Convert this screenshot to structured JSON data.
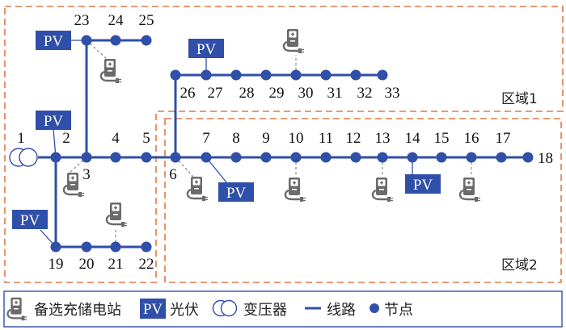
{
  "colors": {
    "line": "#2f4fa8",
    "node": "#2f4fa8",
    "pv_fill": "#2f4fa8",
    "region_border": "#e07a45",
    "station_icon": "#6b6b6b",
    "legend_border": "#2f4fa8"
  },
  "nodes": [
    {
      "id": "1",
      "label": "1"
    },
    {
      "id": "2",
      "label": "2"
    },
    {
      "id": "3",
      "label": "3"
    },
    {
      "id": "4",
      "label": "4"
    },
    {
      "id": "5",
      "label": "5"
    },
    {
      "id": "6",
      "label": "6"
    },
    {
      "id": "7",
      "label": "7"
    },
    {
      "id": "8",
      "label": "8"
    },
    {
      "id": "9",
      "label": "9"
    },
    {
      "id": "10",
      "label": "10"
    },
    {
      "id": "11",
      "label": "11"
    },
    {
      "id": "12",
      "label": "12"
    },
    {
      "id": "13",
      "label": "13"
    },
    {
      "id": "14",
      "label": "14"
    },
    {
      "id": "15",
      "label": "15"
    },
    {
      "id": "16",
      "label": "16"
    },
    {
      "id": "17",
      "label": "17"
    },
    {
      "id": "18",
      "label": "18"
    },
    {
      "id": "19",
      "label": "19"
    },
    {
      "id": "20",
      "label": "20"
    },
    {
      "id": "21",
      "label": "21"
    },
    {
      "id": "22",
      "label": "22"
    },
    {
      "id": "23",
      "label": "23"
    },
    {
      "id": "24",
      "label": "24"
    },
    {
      "id": "25",
      "label": "25"
    },
    {
      "id": "26",
      "label": "26"
    },
    {
      "id": "27",
      "label": "27"
    },
    {
      "id": "28",
      "label": "28"
    },
    {
      "id": "29",
      "label": "29"
    },
    {
      "id": "30",
      "label": "30"
    },
    {
      "id": "31",
      "label": "31"
    },
    {
      "id": "32",
      "label": "32"
    },
    {
      "id": "33",
      "label": "33"
    }
  ],
  "edges": [
    [
      "1",
      "2"
    ],
    [
      "2",
      "3"
    ],
    [
      "3",
      "4"
    ],
    [
      "4",
      "5"
    ],
    [
      "5",
      "6"
    ],
    [
      "6",
      "7"
    ],
    [
      "7",
      "8"
    ],
    [
      "8",
      "9"
    ],
    [
      "9",
      "10"
    ],
    [
      "10",
      "11"
    ],
    [
      "11",
      "12"
    ],
    [
      "12",
      "13"
    ],
    [
      "13",
      "14"
    ],
    [
      "14",
      "15"
    ],
    [
      "15",
      "16"
    ],
    [
      "16",
      "17"
    ],
    [
      "17",
      "18"
    ],
    [
      "2",
      "19"
    ],
    [
      "19",
      "20"
    ],
    [
      "20",
      "21"
    ],
    [
      "21",
      "22"
    ],
    [
      "3",
      "23"
    ],
    [
      "23",
      "24"
    ],
    [
      "24",
      "25"
    ],
    [
      "6",
      "26"
    ],
    [
      "26",
      "27"
    ],
    [
      "27",
      "28"
    ],
    [
      "28",
      "29"
    ],
    [
      "29",
      "30"
    ],
    [
      "30",
      "31"
    ],
    [
      "31",
      "32"
    ],
    [
      "32",
      "33"
    ]
  ],
  "transformer_node": "1",
  "pv_nodes": [
    "2",
    "7",
    "14",
    "19",
    "23",
    "27"
  ],
  "pv_label": "PV",
  "charging_station_candidates": [
    "3",
    "6",
    "10",
    "13",
    "16",
    "21",
    "23",
    "30"
  ],
  "regions": [
    {
      "name": "region-1",
      "label": "区域1",
      "nodes": [
        "1",
        "2",
        "3",
        "4",
        "5",
        "19",
        "20",
        "21",
        "22",
        "23",
        "24",
        "25",
        "26",
        "27",
        "28",
        "29",
        "30",
        "31",
        "32",
        "33"
      ]
    },
    {
      "name": "region-2",
      "label": "区域2",
      "nodes": [
        "6",
        "7",
        "8",
        "9",
        "10",
        "11",
        "12",
        "13",
        "14",
        "15",
        "16",
        "17",
        "18"
      ]
    }
  ],
  "legend": {
    "station": "备选充储电站",
    "pv_box": "PV",
    "pv": "光伏",
    "transformer": "变压器",
    "line": "线路",
    "node": "节点"
  }
}
